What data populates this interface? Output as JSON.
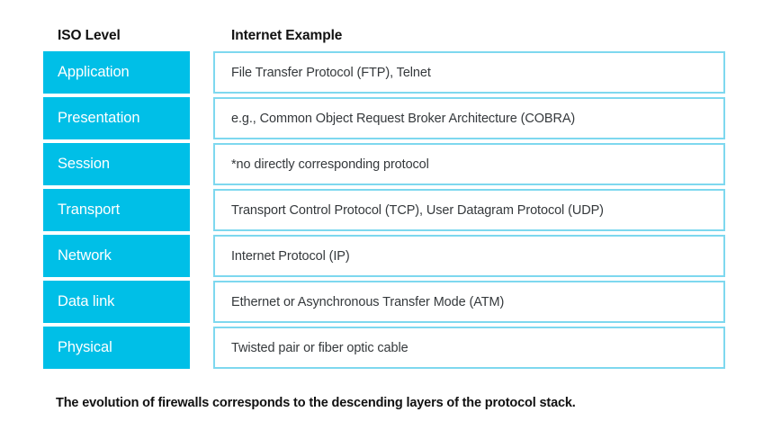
{
  "figure": {
    "title_caption": "The evolution of firewalls corresponds to the descending layers of the protocol stack.",
    "colors": {
      "chip_fill": "#00bfe7",
      "chip_text": "#ffffff",
      "box_border": "#7ed8ef",
      "box_fill": "#ffffff",
      "box_text": "#35393c",
      "header_text": "#111111",
      "page_background": "#ffffff"
    },
    "headers": {
      "iso_level": "ISO Level",
      "internet_example": "Internet Example"
    },
    "rows": [
      {
        "level": "Application",
        "example": "File Transfer Protocol (FTP), Telnet"
      },
      {
        "level": "Presentation",
        "example": "e.g., Common Object Request Broker Architecture (COBRA)"
      },
      {
        "level": "Session",
        "example": "*no directly corresponding protocol"
      },
      {
        "level": "Transport",
        "example": "Transport Control Protocol (TCP), User Datagram Protocol (UDP)"
      },
      {
        "level": "Network",
        "example": "Internet Protocol (IP)"
      },
      {
        "level": "Data link",
        "example": "Ethernet or Asynchronous Transfer Mode (ATM)"
      },
      {
        "level": "Physical",
        "example": "Twisted pair or fiber optic cable"
      }
    ]
  }
}
